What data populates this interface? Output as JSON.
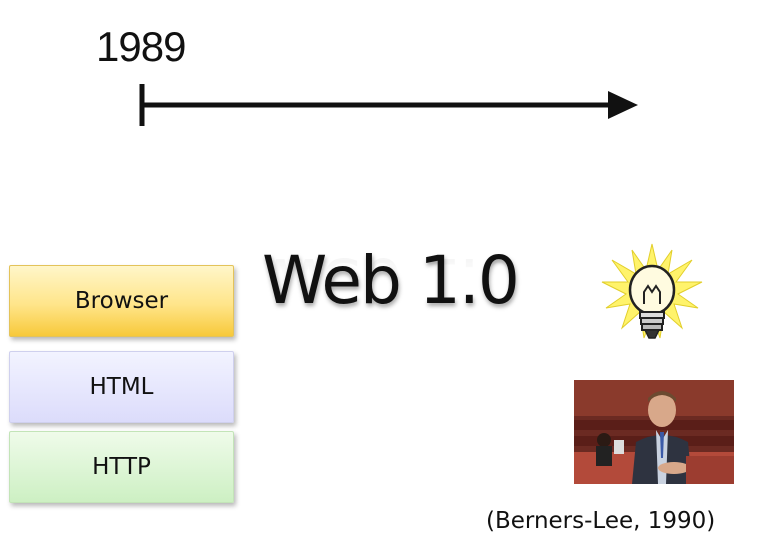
{
  "timeline": {
    "year": "1989"
  },
  "title": "Web 1.0",
  "layers": [
    {
      "label": "Browser"
    },
    {
      "label": "HTML"
    },
    {
      "label": "HTTP"
    }
  ],
  "icons": {
    "idea": "lightbulb-icon"
  },
  "photo": {
    "subject": "person-portrait"
  },
  "citation": "(Berners-Lee, 1990)",
  "colors": {
    "browser": "#ffe58a",
    "html": "#dcdcfb",
    "http": "#cdf0c3",
    "bulb_glow": "#fff36b"
  }
}
